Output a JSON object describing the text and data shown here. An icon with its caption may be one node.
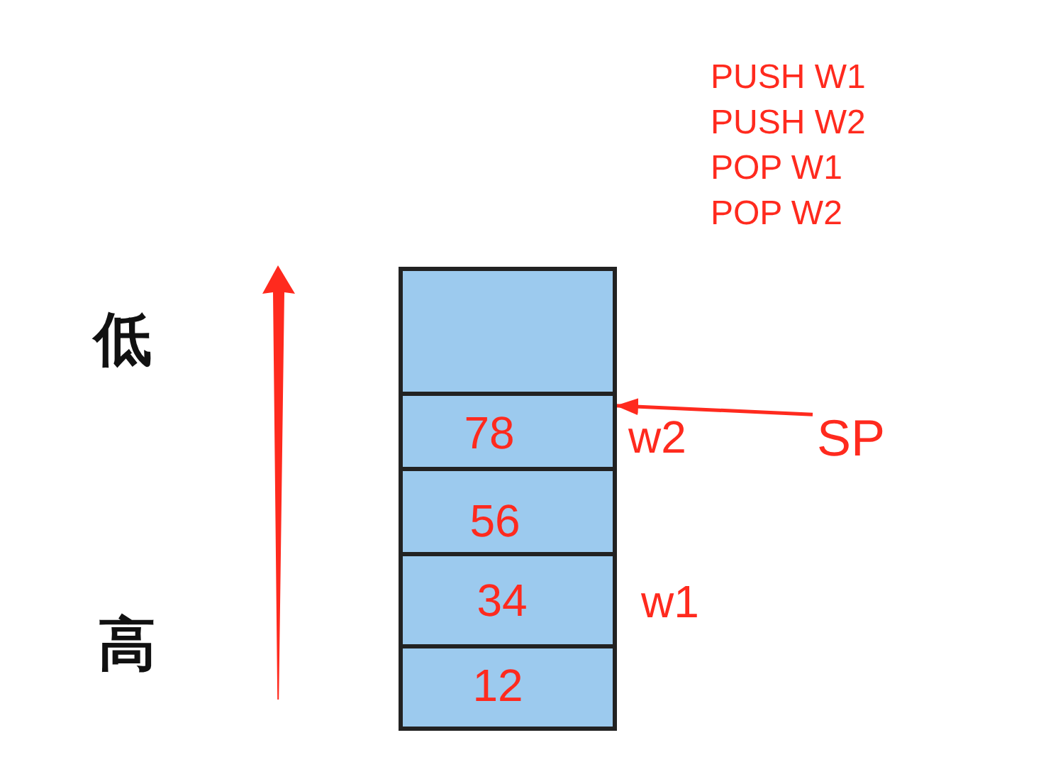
{
  "diagram": {
    "nodes": [
      {
        "text": [],
        "shape": "box"
      },
      {
        "text": [],
        "shape": "box",
        "in": 0
      },
      {
        "text": [
          "78"
        ],
        "beside": [
          "w2"
        ],
        "in": 0
      },
      {
        "text": [
          "56"
        ],
        "in": 0
      },
      {
        "text": [
          "34"
        ],
        "beside": [
          "w1"
        ],
        "in": 0
      },
      {
        "text": [
          "12"
        ],
        "in": 0
      },
      {
        "text": [
          "SP"
        ]
      }
    ],
    "edges": [
      {
        "from": 6,
        "to": 2,
        "arrow": "to"
      }
    ],
    "labels": [
      "PUSH W1",
      "PUSH W2",
      "POP W1",
      "POP W2",
      "低",
      "高"
    ]
  }
}
